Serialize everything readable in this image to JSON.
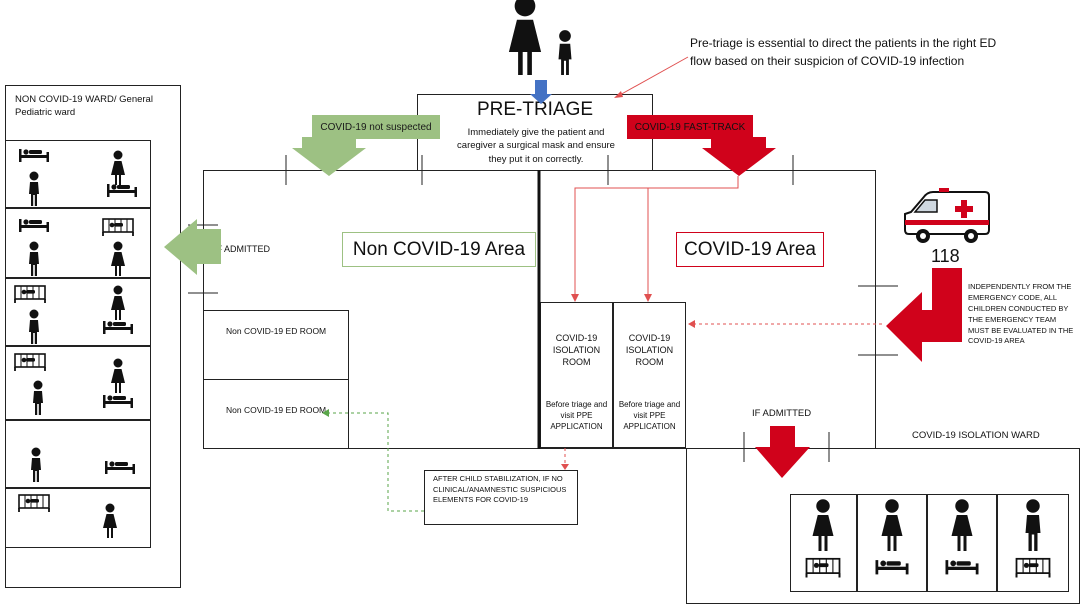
{
  "pretriage": {
    "title": "PRE-TRIAGE",
    "text": "Immediately give the patient and caregiver a surgical mask and ensure they put it on correctly."
  },
  "note_top": "Pre-triage is essential to direct the patients in the right ED flow based on their suspicion of COVID-19 infection",
  "not_suspected_label": "COVID-19 not suspected",
  "fast_track_label": "COVID-19  FAST-TRACK",
  "left_ward": {
    "title": "NON COVID-19 WARD/ General Pediatric ward"
  },
  "if_admitted_left": "IF ADMITTED",
  "non_covid_area": "Non COVID-19 Area",
  "covid_area": "COVID-19 Area",
  "ed_room_1": "Non COVID-19 ED ROOM",
  "ed_room_2": "Non COVID-19 ED ROOM",
  "isolation_room": {
    "title": "COVID-19 ISOLATION ROOM",
    "note": "Before triage and visit PPE APPLICATION"
  },
  "ambulance_code": "118",
  "ambulance_note": "INDEPENDENTLY FROM THE EMERGENCY CODE, ALL CHILDREN CONDUCTED BY THE EMERGENCY TEAM MUST BE EVALUATED IN THE COVID-19 AREA",
  "if_admitted_right": "IF ADMITTED",
  "isolation_ward": "COVID-19 ISOLATION WARD",
  "stabilization_note": "AFTER CHILD STABILIZATION, IF NO CLINICAL/ANAMNESTIC SUSPICIOUS ELEMENTS FOR COVID-19",
  "colors": {
    "green": "#9dc183",
    "red": "#d0021b",
    "blue": "#4472c4",
    "dotted_red": "#e05050",
    "dotted_green": "#5aa64a"
  }
}
